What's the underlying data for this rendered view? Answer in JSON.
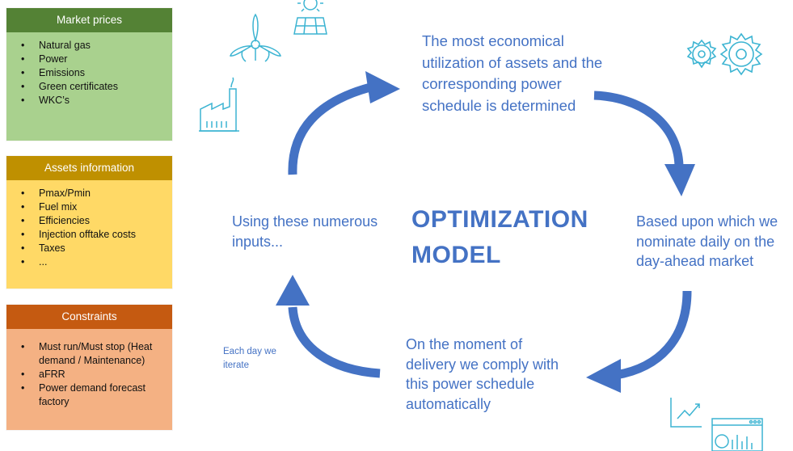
{
  "panels": {
    "market": {
      "title": "Market prices",
      "items": [
        "Natural gas",
        "Power",
        "Emissions",
        "Green certificates",
        "WKC’s"
      ]
    },
    "assets": {
      "title": "Assets information",
      "items": [
        "Pmax/Pmin",
        "Fuel mix",
        "Efficiencies",
        "Injection offtake costs",
        "Taxes",
        "..."
      ]
    },
    "constraints": {
      "title": "Constraints",
      "items": [
        "Must run/Must stop (Heat demand / Maintenance)",
        "aFRR",
        "Power demand forecast factory"
      ]
    }
  },
  "cycle": {
    "center": "OPTIMIZATION MODEL",
    "top": "The most economical utilization of assets and the corresponding power schedule is determined",
    "right": "Based upon which we nominate daily on the day-ahead market",
    "bottom": "On the moment of delivery we comply with this power schedule automatically",
    "left": "Using these numerous inputs...",
    "iterate_note": "Each day we iterate"
  },
  "colors": {
    "market_header": "#548235",
    "market_body": "#a9d18e",
    "assets_header": "#bf9000",
    "assets_body": "#ffd966",
    "constraints_header": "#c55a11",
    "constraints_body": "#f4b183",
    "arrow": "#4472c4",
    "icon": "#3cb4d2"
  },
  "icons": [
    "wind-turbine-icon",
    "solar-panel-icon",
    "factory-icon",
    "gears-icon",
    "chart-icon",
    "dashboard-icon"
  ]
}
